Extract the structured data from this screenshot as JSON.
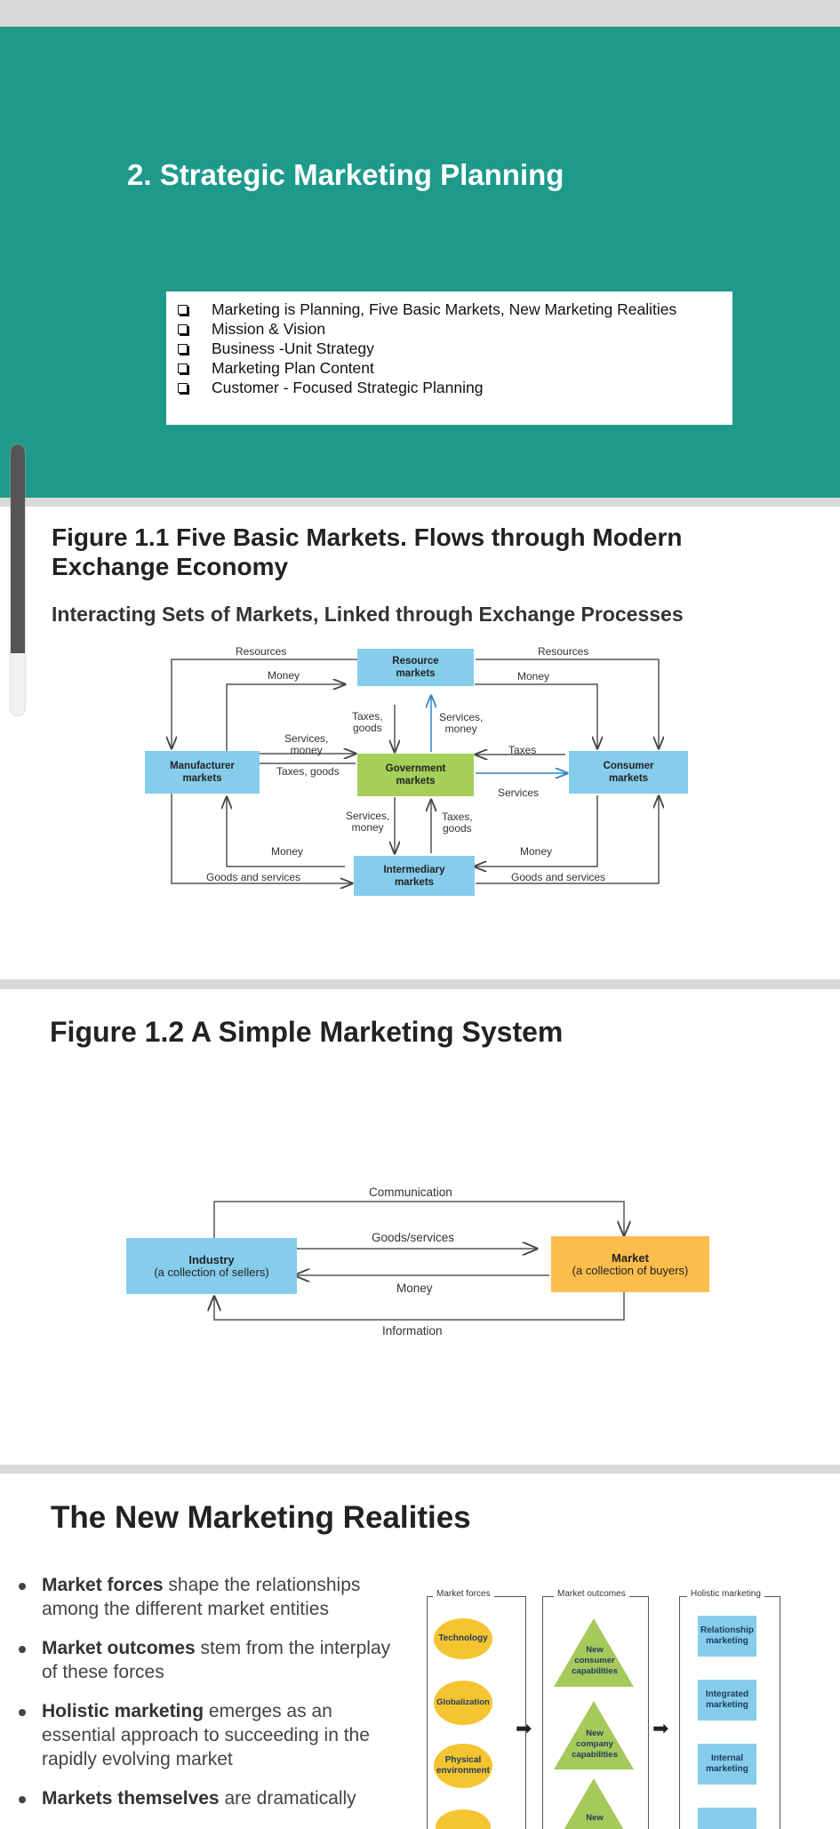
{
  "slide1": {
    "title": "2. Strategic Marketing Planning",
    "items": [
      "Marketing is Planning, Five Basic Markets, New Marketing Realities",
      "Mission & Vision",
      "Business -Unit Strategy",
      "Marketing Plan Content",
      "Customer - Focused Strategic Planning"
    ]
  },
  "slide2": {
    "title_line1": "Figure 1.1 Five Basic Markets. Flows through Modern",
    "title_line2": "Exchange Economy",
    "subtitle": "Interacting Sets of Markets, Linked through Exchange Processes",
    "boxes": {
      "resource": [
        "Resource",
        "markets"
      ],
      "manufacturer": [
        "Manufacturer",
        "markets"
      ],
      "government": [
        "Government",
        "markets"
      ],
      "consumer": [
        "Consumer",
        "markets"
      ],
      "intermediary": [
        "Intermediary",
        "markets"
      ]
    },
    "labels": {
      "resources_left": "Resources",
      "resources_right": "Resources",
      "money_top_left": "Money",
      "money_top_right": "Money",
      "taxes_goods_top": [
        "Taxes,",
        "goods"
      ],
      "services_money_top": [
        "Services,",
        "money"
      ],
      "services_money_left": [
        "Services,",
        "money"
      ],
      "taxes_right": "Taxes",
      "taxes_goods_left": "Taxes, goods",
      "services_right": "Services",
      "services_money_bottom": [
        "Services,",
        "money"
      ],
      "taxes_goods_bottom": [
        "Taxes,",
        "goods"
      ],
      "money_bottom_left": "Money",
      "money_bottom_right": "Money",
      "goods_services_left": "Goods and services",
      "goods_services_right": "Goods and services"
    },
    "colors": {
      "blue_box": "#86cdec",
      "green_box": "#a6cf5a",
      "arrow_blue": "#2e86c1"
    }
  },
  "slide3": {
    "title": "Figure 1.2 A Simple Marketing System",
    "industry": [
      "Industry",
      "(a collection of sellers)"
    ],
    "market": [
      "Market",
      "(a collection of buyers)"
    ],
    "labels": {
      "communication": "Communication",
      "goods_services": "Goods/services",
      "money": "Money",
      "information": "Information"
    },
    "colors": {
      "industry_box": "#86cdec",
      "market_box": "#fbbd4c"
    }
  },
  "slide4": {
    "title": "The New Marketing Realities",
    "bullets": [
      {
        "bold": "Market forces",
        "rest": " shape the relationships among the different market entities"
      },
      {
        "bold": "Market outcomes",
        "rest": " stem from the interplay of these forces"
      },
      {
        "bold": "Holistic marketing",
        "rest": " emerges as an essential approach to succeeding in the rapidly evolving market"
      },
      {
        "bold": "Markets themselves",
        "rest": " are dramatically"
      }
    ],
    "groups": {
      "forces": "Market forces",
      "outcomes": "Market outcomes",
      "holistic": "Holistic marketing"
    },
    "forces": [
      "Technology",
      "Globalization",
      [
        "Physical",
        "environment"
      ]
    ],
    "outcomes": [
      [
        "New",
        "consumer",
        "capabilities"
      ],
      [
        "New",
        "company",
        "capabilities"
      ],
      [
        "New"
      ]
    ],
    "holistic": [
      [
        "Relationship",
        "marketing"
      ],
      [
        "Integrated",
        "marketing"
      ],
      [
        "Internal",
        "marketing"
      ]
    ],
    "colors": {
      "force": "#f5c531",
      "outcome": "#a5c95b",
      "holistic": "#86cdec"
    }
  }
}
